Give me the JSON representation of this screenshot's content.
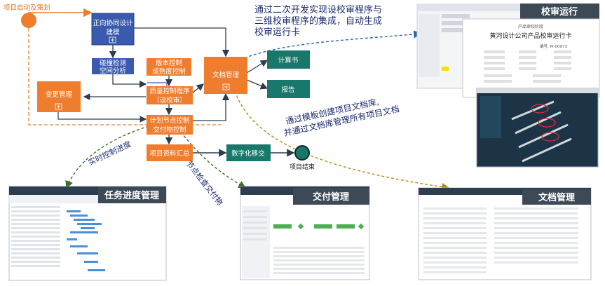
{
  "flow": {
    "start_label": "项目启动及策划",
    "end_label": "项目结束",
    "nodes": {
      "forward_design": [
        "正向协同设计",
        "建模"
      ],
      "clash_detection": [
        "碰撞检测",
        "空间分析"
      ],
      "version_control": [
        "版本控制",
        "成熟度控制"
      ],
      "quality_control": [
        "质量控制程序",
        "（设校审）"
      ],
      "change_mgmt": "变更管理",
      "plan_control": [
        "计划节点控制",
        "交付物控制"
      ],
      "project_summary": "项目资料汇总",
      "digital_handover": "数字化移交",
      "doc_mgmt": "文档管理",
      "calc_book": "计算书",
      "report": "报告"
    }
  },
  "annotations": {
    "top": [
      "通过二次开发实现设校审程序与",
      "三维校审程序的集成，自动生成",
      "校审运行卡"
    ],
    "middle": [
      "通过模板创建项目文档库,",
      "并通过文档库管理所有项目文档"
    ],
    "progress": "实时控制进度",
    "deliverables": "节点检查交付物"
  },
  "screenshots": {
    "review": {
      "title": "校审运行",
      "card_heading": "产品审校阶段",
      "card_title": "黄河设计公司产品校审运行卡",
      "card_number": "编号: PI-00073"
    },
    "task_progress": {
      "title": "任务进度管理"
    },
    "delivery": {
      "title": "交付管理"
    },
    "documents": {
      "title": "文档管理"
    }
  },
  "colors": {
    "blue": "#3a5aad",
    "orange": "#ef7d2e",
    "teal": "#17786b",
    "arrow_dark": "#2f3c4a",
    "dashed_blue": "#2a64b0",
    "dashed_olive": "#b08a17",
    "dashed_green": "#3e6e2b"
  }
}
